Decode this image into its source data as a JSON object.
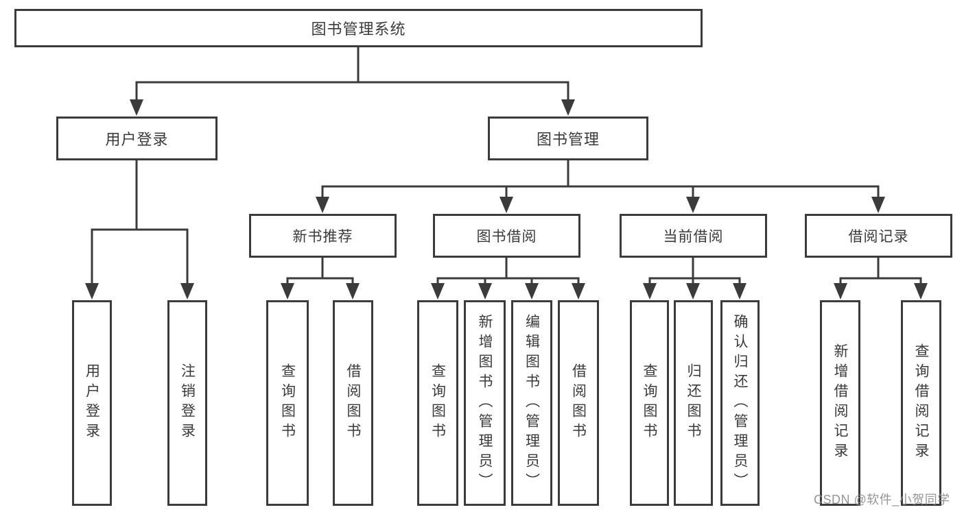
{
  "title": "图书管理系统",
  "tree": {
    "label": "图书管理系统",
    "children": [
      {
        "label": "用户登录",
        "children": [
          {
            "label": "用户登录"
          },
          {
            "label": "注销登录"
          }
        ]
      },
      {
        "label": "图书管理",
        "children": [
          {
            "label": "新书推荐",
            "children": [
              {
                "label": "查询图书"
              },
              {
                "label": "借阅图书"
              }
            ]
          },
          {
            "label": "图书借阅",
            "children": [
              {
                "label": "查询图书"
              },
              {
                "label": "新增图书（管理员）"
              },
              {
                "label": "编辑图书（管理员）"
              },
              {
                "label": "借阅图书"
              }
            ]
          },
          {
            "label": "当前借阅",
            "children": [
              {
                "label": "查询图书"
              },
              {
                "label": "归还图书"
              },
              {
                "label": "确认归还（管理员）"
              }
            ]
          },
          {
            "label": "借阅记录",
            "children": [
              {
                "label": "新增借阅记录"
              },
              {
                "label": "查询借阅记录"
              }
            ]
          }
        ]
      }
    ]
  },
  "watermark": {
    "text": "CSDN @软件_小贺同学"
  },
  "colors": {
    "line": "#3b3b3b",
    "text": "#3a3a3a",
    "box_background": "#ffffff",
    "page_background": "#ffffff",
    "watermark": "#8c8c8c"
  }
}
